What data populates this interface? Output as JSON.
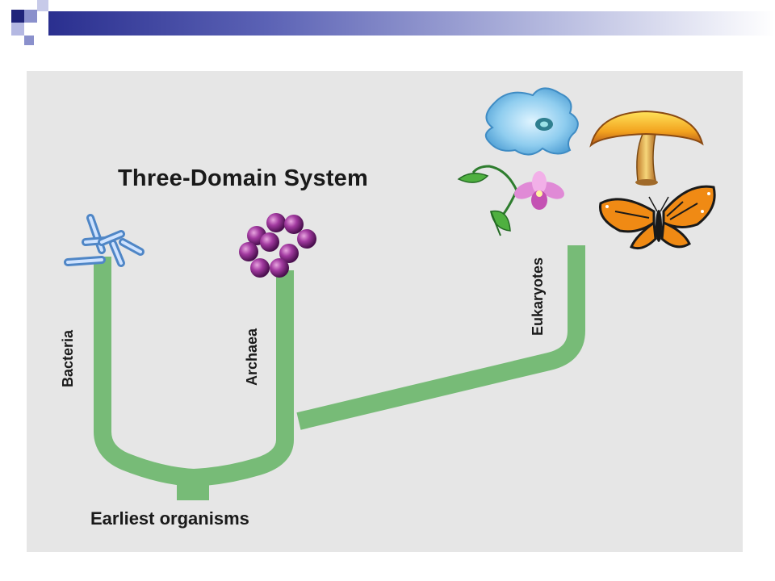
{
  "diagram": {
    "title": "Three-Domain System",
    "root_label": "Earliest organisms",
    "branches": [
      {
        "label": "Bacteria",
        "icon": "bacteria-rods-icon"
      },
      {
        "label": "Archaea",
        "icon": "archaea-cluster-icon"
      },
      {
        "label": "Eukaryotes",
        "icon": "eukaryote-organisms-icon"
      }
    ],
    "eukaryote_examples": [
      "amoeba-icon",
      "mushroom-icon",
      "plant-flower-icon",
      "butterfly-icon"
    ]
  },
  "colors": {
    "branch": "#77bb77",
    "panel": "#e6e6e6",
    "header_dark": "#2a2f8f",
    "header_light": "#9aa0d8"
  }
}
